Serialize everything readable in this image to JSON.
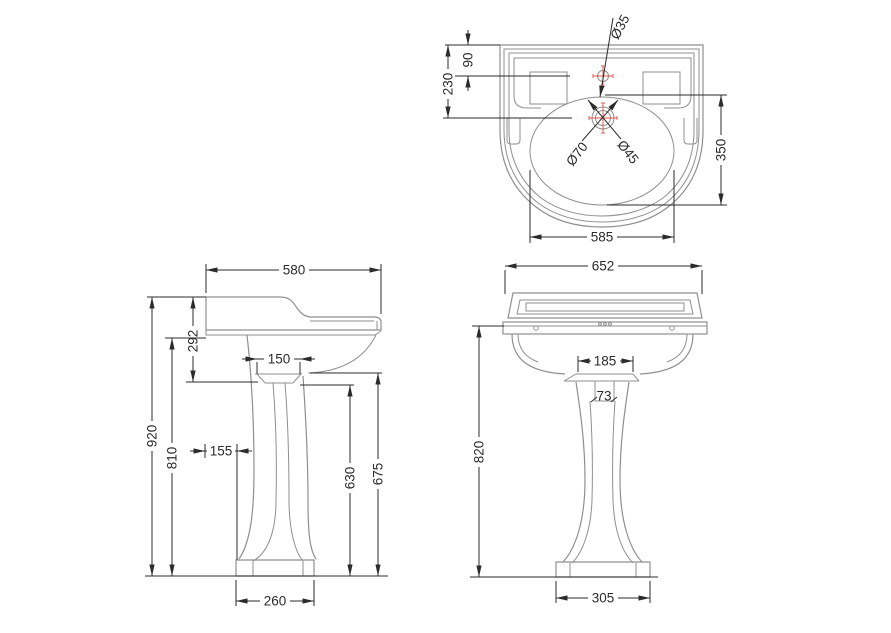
{
  "title": "Pedestal basin technical drawing",
  "colors": {
    "background": "#ffffff",
    "dimension_lines": "#2b2b2b",
    "object_lines": "#8f8f8f",
    "center_mark": "#e05048"
  },
  "views": {
    "plan": {
      "label": "plan-view",
      "dims": {
        "tap_hole_offset": "90",
        "drain_offset": "230",
        "bowl_depth": "350",
        "bowl_width": "585",
        "tap_hole_dia": "Ø35",
        "waste_outer_dia": "Ø70",
        "waste_inner_dia": "Ø45"
      }
    },
    "side": {
      "label": "side-elevation",
      "dims": {
        "overall_depth": "580",
        "basin_depth": "292",
        "overall_height": "920",
        "underside_height": "810",
        "wall_clearance": "155",
        "trap_cover_width": "150",
        "pedestal_top_height": "630",
        "bowl_underside_height": "675",
        "base_depth": "260"
      }
    },
    "front": {
      "label": "front-elevation",
      "dims": {
        "overall_width": "652",
        "rim_height": "820",
        "trap_cover_width": "185",
        "waste_width": "73",
        "base_width": "305"
      }
    }
  }
}
